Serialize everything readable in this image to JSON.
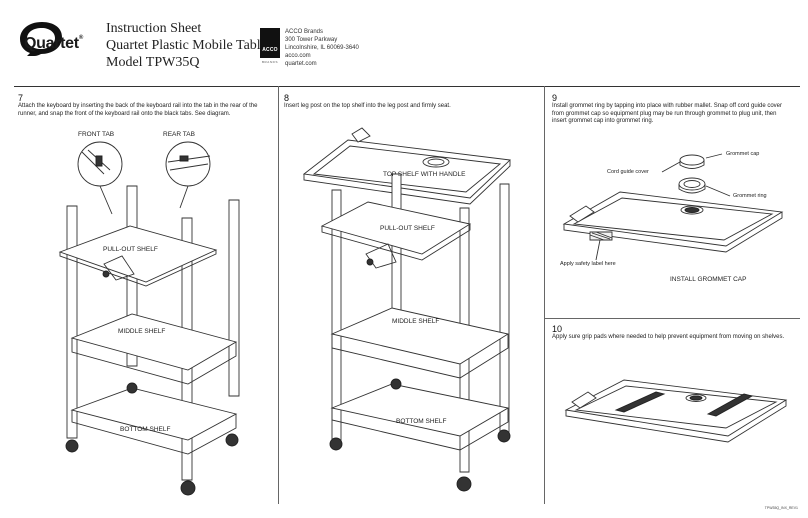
{
  "header": {
    "brand": "Quartet",
    "brand_mark": "®",
    "title_lines": [
      "Instruction Sheet",
      "Quartet Plastic Mobile Tables",
      "Model TPW35Q"
    ],
    "company_mark": "ACCO",
    "company_mark_sub": "BRANDS",
    "address_lines": [
      "ACCO Brands",
      "300 Tower Parkway",
      "Lincolnshire, IL 60069-3640",
      "acco.com",
      "quartet.com"
    ]
  },
  "steps": [
    {
      "number": "7",
      "text": "Attach the keyboard by inserting the back of the keyboard rail into the tab in the rear of the runner, and snap the front of the keyboard rail onto the black tabs. See diagram."
    },
    {
      "number": "8",
      "text": "Insert leg post on the top shelf into the leg post and firmly seat."
    },
    {
      "number": "9",
      "text": "Install grommet ring by tapping into place with rubber mallet. Snap off cord guide cover from grommet cap so equipment plug may be run through grommet to plug unit, then insert grommet cap into grommet ring."
    },
    {
      "number": "10",
      "text": "Apply sure grip pads where needed to help prevent equipment from moving on shelves."
    }
  ],
  "labels": {
    "front_tab": "FRONT TAB",
    "rear_tab": "REAR TAB",
    "pull_out_1": "PULL-OUT SHELF",
    "middle_1": "MIDDLE SHELF",
    "bottom_1": "BOTTOM SHELF",
    "top_shelf": "TOP SHELF WITH HANDLE",
    "pull_out_2": "PULL-OUT SHELF",
    "middle_2": "MIDDLE SHELF",
    "bottom_2": "BOTTOM SHELF",
    "grommet_cap": "Grommet cap",
    "cord_guide_cover": "Cord guide cover",
    "grommet_ring": "Grommet ring",
    "safety_label": "Apply safety label here",
    "install_grommet_cap": "INSTALL GROMMET CAP"
  },
  "footer": "TPW35Q_INX_REV1"
}
